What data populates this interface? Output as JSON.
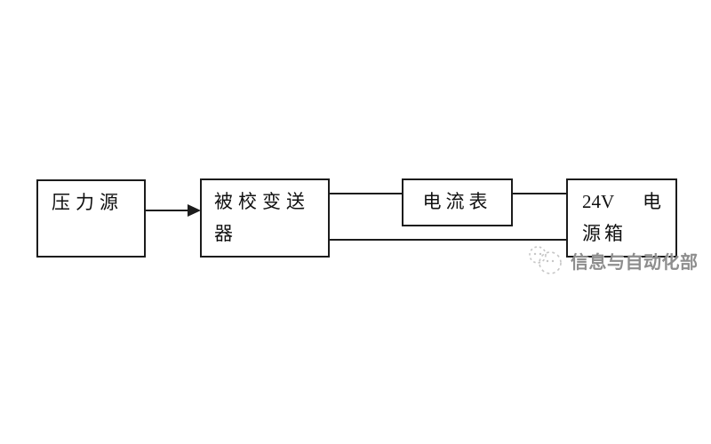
{
  "boxes": {
    "pressure": {
      "label": "压力源"
    },
    "transmitter": {
      "line1": "被校变送",
      "line2": "器"
    },
    "ammeter": {
      "label": "电流表"
    },
    "power": {
      "line1_left": "24V",
      "line1_right": "电",
      "line2": "源箱"
    }
  },
  "watermark": {
    "text": "信息与自动化部"
  },
  "colors": {
    "background": "#ffffff",
    "stroke": "#1c1c1c",
    "text": "#101010",
    "watermark_text": "#8e8e8e",
    "watermark_logo": "#c6c6c6"
  }
}
